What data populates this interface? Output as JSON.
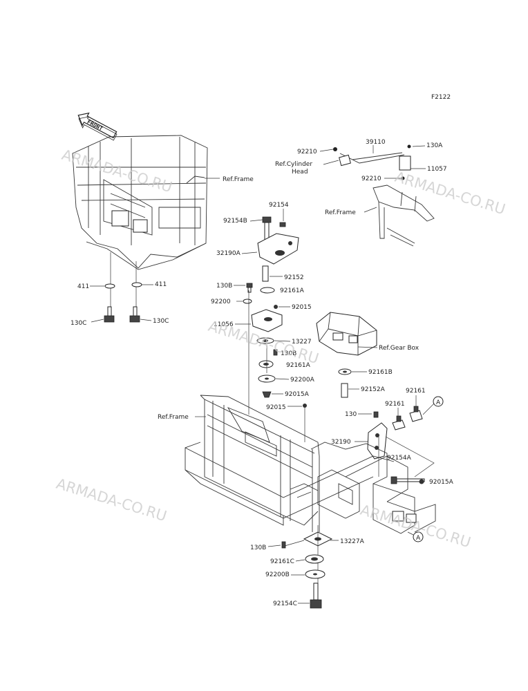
{
  "diagram_code": "F2122",
  "front_label": "FRONT",
  "watermarks": [
    "ARMADA-CO.RU",
    "ARMADA-CO.RU",
    "ARMADA-CO.RU",
    "ARMADA-CO.RU",
    "ARMADA-CO.RU"
  ],
  "callouts": {
    "ref_frame_top": "Ref.Frame",
    "ref_frame_mid": "Ref.Frame",
    "ref_frame_low": "Ref.Frame",
    "ref_cyl_head": "Ref.Cylinder\nHead",
    "ref_gear_box": "Ref.Gear Box"
  },
  "circle_ref": "A",
  "parts": {
    "p411_l": "411",
    "p411_r": "411",
    "p130C_l": "130C",
    "p130C_r": "130C",
    "p92154": "92154",
    "p92154B": "92154B",
    "p32190A": "32190A",
    "p92152": "92152",
    "p130B_a": "130B",
    "p92161A_a": "92161A",
    "p92200": "92200",
    "p92015_a": "92015",
    "p11056": "11056",
    "p13227": "13227",
    "p130B_b": "130B",
    "p92161A_b": "92161A",
    "p92200A": "92200A",
    "p92015A_a": "92015A",
    "p92015_b": "92015",
    "p92210_a": "92210",
    "p39110": "39110",
    "p130A": "130A",
    "p11057": "11057",
    "p92210_b": "92210",
    "p92161B": "92161B",
    "p92152A": "92152A",
    "p92161_a": "92161",
    "p92161_b": "92161",
    "p130": "130",
    "p32190": "32190",
    "p92154A": "92154A",
    "p92015A_b": "92015A",
    "p13227A": "13227A",
    "p130B_c": "130B",
    "p92161C": "92161C",
    "p92200B": "92200B",
    "p92154C": "92154C"
  }
}
